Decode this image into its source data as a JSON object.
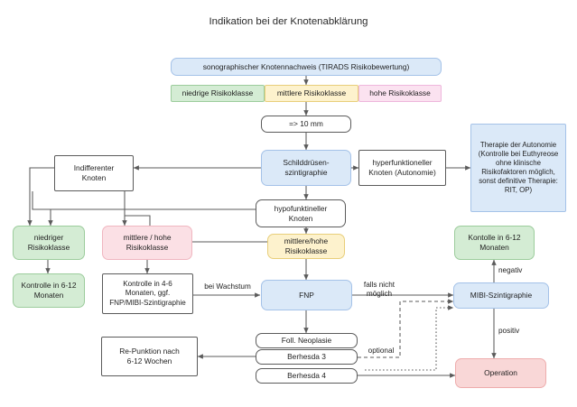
{
  "diagram": {
    "title": "Indikation bei der Knotenabklärung",
    "type": "flowchart",
    "nodes": {
      "sono": "sonographischer Knotennachweis (TIRADS Risikobewertung)",
      "risk_low": "niedrige Risikoklasse",
      "risk_mid": "mittlere Risikoklasse",
      "risk_high": "hohe Risikoklasse",
      "size": "=> 10 mm",
      "scinti": "Schilddrüsen-\nszintigraphie",
      "hyper": "hyperfunktioneller\nKnoten (Autonomie)",
      "therapy": "Therapie der Autonomie (Kontrolle bei Euthyreose ohne klinische Risikofaktoren möglich, sonst definitive Therapie: RIT, OP)",
      "indiff": "Indifferenter\nKnoten",
      "hypo": "hypofunktineller\nKnoten",
      "mid_high_risk": "mittlere/hohe\nRisikoklasse",
      "low_risk_left": "niedriger\nRisikoklasse",
      "mid_high_left": "mittlere / hohe\nRisikoklasse",
      "kontrolle_left": "Kontrolle in 6-12\nMonaten",
      "kontrolle_46": "Kontrolle in 4-6\nMonaten, ggf.\nFNP/MIBI-Szintigraphie",
      "fnp": "FNP",
      "kontolle_right": "Kontolle in 6-12\nMonaten",
      "mibi": "MIBI-Szintigraphie",
      "operation": "Operation",
      "repunktion": "Re-Punktion nach\n6-12 Wochen",
      "foll": "Foll. Neoplasie",
      "berhesda3": "Berhesda 3",
      "berhesda4": "Berhesda 4"
    },
    "edge_labels": {
      "wachstum": "bei Wachstum",
      "falls_nicht": "falls nicht\nmöglich",
      "negativ": "negativ",
      "positiv": "positiv",
      "optional": "optional"
    },
    "colors": {
      "blue_fill": "#dbe9f8",
      "blue_border": "#a4c2e8",
      "green_fill": "#d4ecd4",
      "green_border": "#9ccc9c",
      "yellow_fill": "#fdf2cd",
      "yellow_border": "#e8ce7a",
      "pink_fill": "#fbe0e5",
      "pink_border": "#f0b6c0",
      "magenta_fill": "#fbe2f0",
      "magenta_border": "#eeb6dc",
      "red_fill": "#f9d7d7",
      "red_border": "#eeadad",
      "line": "#5b5b5b",
      "background": "#ffffff"
    }
  }
}
